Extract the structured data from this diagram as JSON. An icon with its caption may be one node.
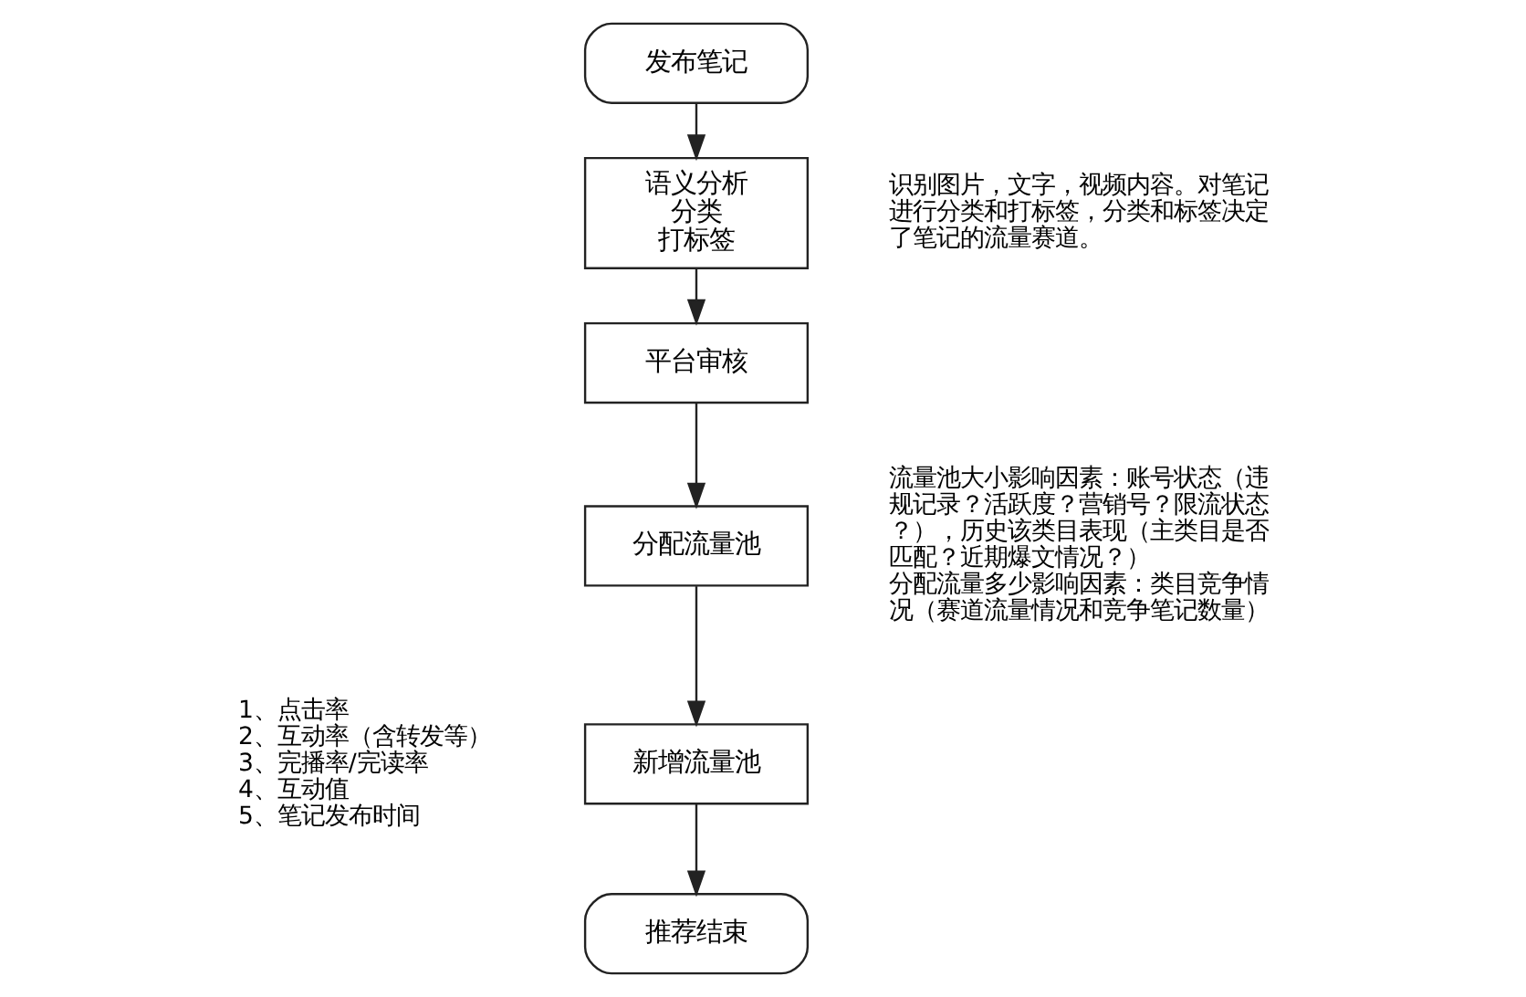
{
  "diagram": {
    "nodes": [
      {
        "text": [
          "发布笔记"
        ]
      },
      {
        "text": [
          "语义分析",
          "分类",
          "打标签"
        ],
        "beside": [
          "识别图片，文字，视频内容。对笔记进行分类和打标签，分类和标签决定了笔记的流量赛道。"
        ]
      },
      {
        "text": [
          "平台审核"
        ]
      },
      {
        "text": [
          "分配流量池"
        ],
        "beside": [
          "流量池大小影响因素：账号状态（违规记录？活跃度？营销号？限流状态？），历史该类目表现（主类目是否匹配？近期爆文情况？）",
          "分配流量多少影响因素：类目竞争情况（赛道流量情况和竞争笔记数量）"
        ]
      },
      {
        "text": [
          "新增流量池"
        ],
        "beside": [
          "1、点击率",
          "2、互动率（含转发等）",
          "3、完播率/完读率",
          "4、互动值",
          "5、笔记发布时间"
        ]
      },
      {
        "text": [
          "推荐结束"
        ]
      }
    ],
    "edges": [
      {
        "from": 0,
        "to": 1,
        "arrow": "to"
      },
      {
        "from": 1,
        "to": 2,
        "arrow": "to"
      },
      {
        "from": 2,
        "to": 3,
        "arrow": "to"
      },
      {
        "from": 3,
        "to": 4,
        "arrow": "to"
      },
      {
        "from": 4,
        "to": 5,
        "arrow": "to"
      }
    ]
  }
}
